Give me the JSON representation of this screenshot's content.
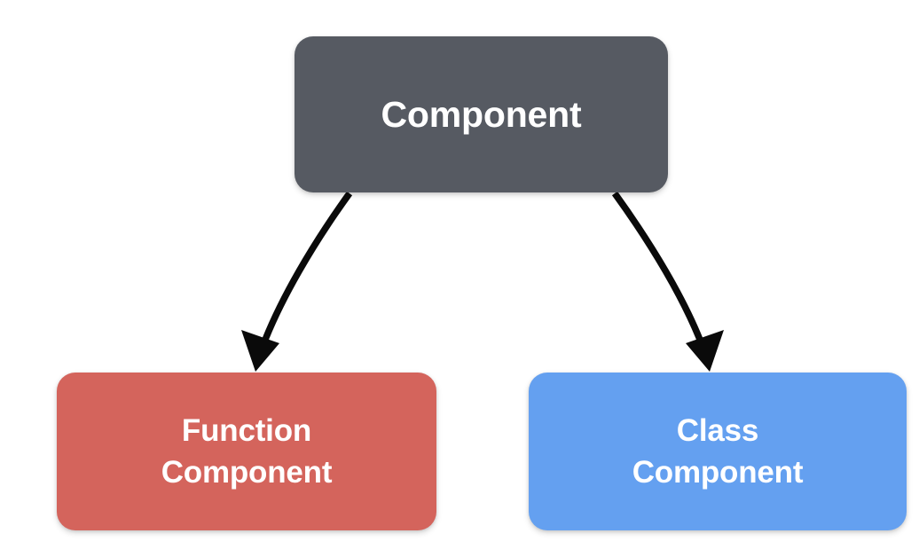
{
  "diagram": {
    "title": "Component",
    "background_color": "#ffffff",
    "nodes": [
      {
        "id": "root",
        "label": "Component",
        "color": "#565a62",
        "text_color": "#ffffff"
      },
      {
        "id": "function-component",
        "label": "Function\nComponent",
        "color": "#d4645c",
        "text_color": "#ffffff"
      },
      {
        "id": "class-component",
        "label": "Class\nComponent",
        "color": "#64a0f0",
        "text_color": "#ffffff"
      }
    ],
    "edges": [
      {
        "id": "root-to-function",
        "from": "root",
        "to": "function-component",
        "color": "#0a0a0a",
        "arrowhead": "solid-triangle"
      },
      {
        "id": "root-to-class",
        "from": "root",
        "to": "class-component",
        "color": "#0a0a0a",
        "arrowhead": "solid-triangle"
      }
    ]
  }
}
